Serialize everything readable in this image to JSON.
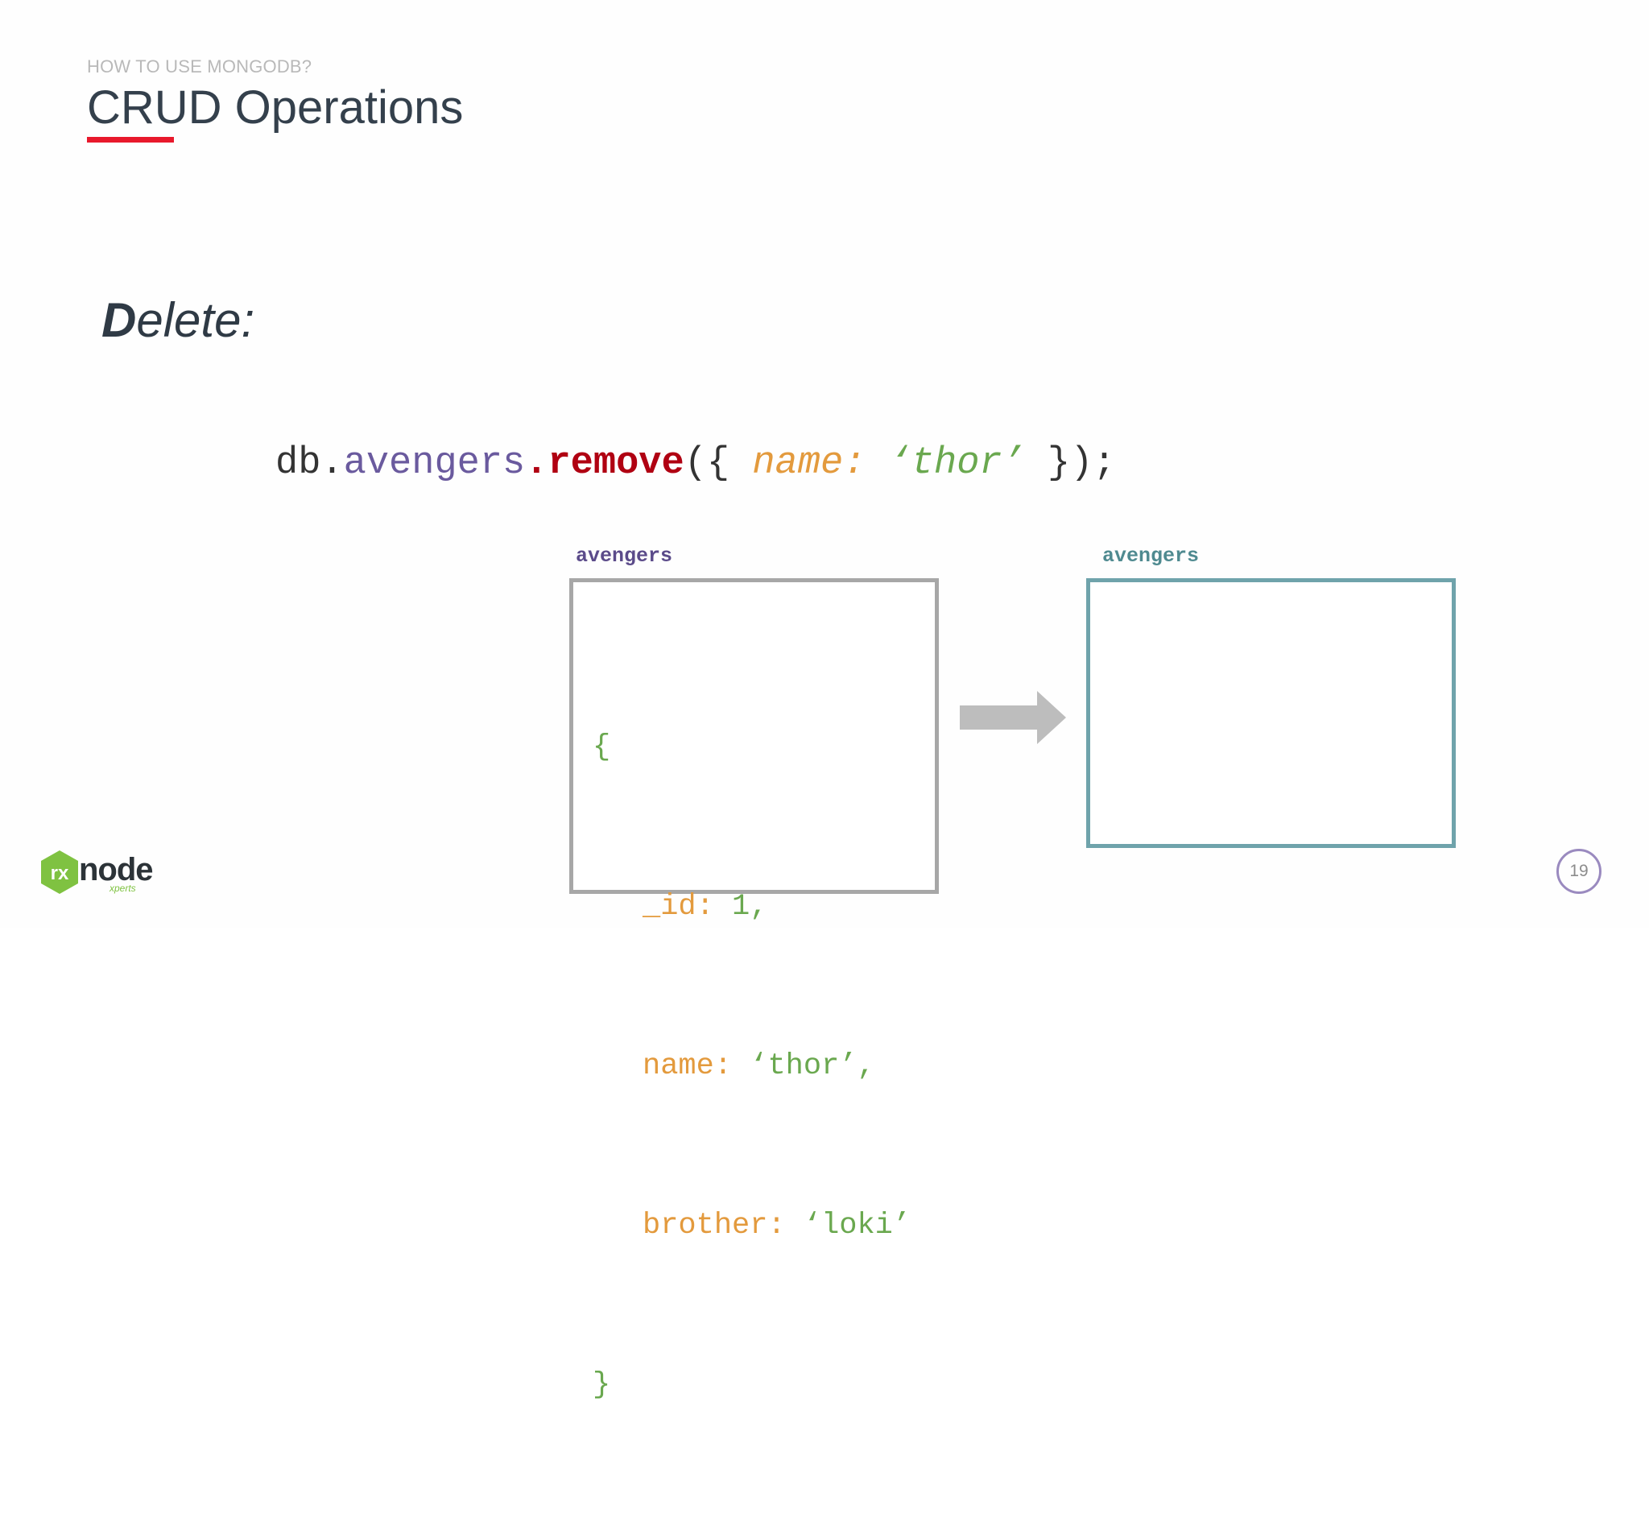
{
  "header": {
    "kicker": "HOW TO USE MONGODB?",
    "title": "CRUD Operations"
  },
  "section": {
    "heading_first": "D",
    "heading_rest": "elete:"
  },
  "code": {
    "db": "db.",
    "collection": "avengers",
    "method": ".remove",
    "open": "({ ",
    "key": "name:",
    "space": " ",
    "value": "‘thor’",
    "close": " });"
  },
  "before": {
    "label": "avengers",
    "open_brace": "{",
    "fields": [
      {
        "key": "_id:",
        "value": "1,",
        "value_color": "#6aa84f"
      },
      {
        "key": "name:",
        "value": "‘thor’,",
        "value_color": "#6aa84f"
      },
      {
        "key": "brother:",
        "value": "‘loki’",
        "value_color": "#6aa84f"
      }
    ],
    "close_brace": "}"
  },
  "after": {
    "label": "avengers"
  },
  "footer": {
    "logo_text": "node",
    "logo_sub": "xperts",
    "page_number": "19"
  },
  "colors": {
    "accent_red": "#e8192c",
    "collection_purple": "#6a5a9e",
    "method_red": "#b00012",
    "key_orange": "#e39a3d",
    "string_green": "#6aa84f",
    "box_gray": "#a7a7a7",
    "box_teal": "#6fa3ab",
    "logo_green": "#7fc241"
  },
  "icons": {
    "arrow": "right-arrow-icon",
    "logo": "rxnode-hexagon-logo"
  }
}
